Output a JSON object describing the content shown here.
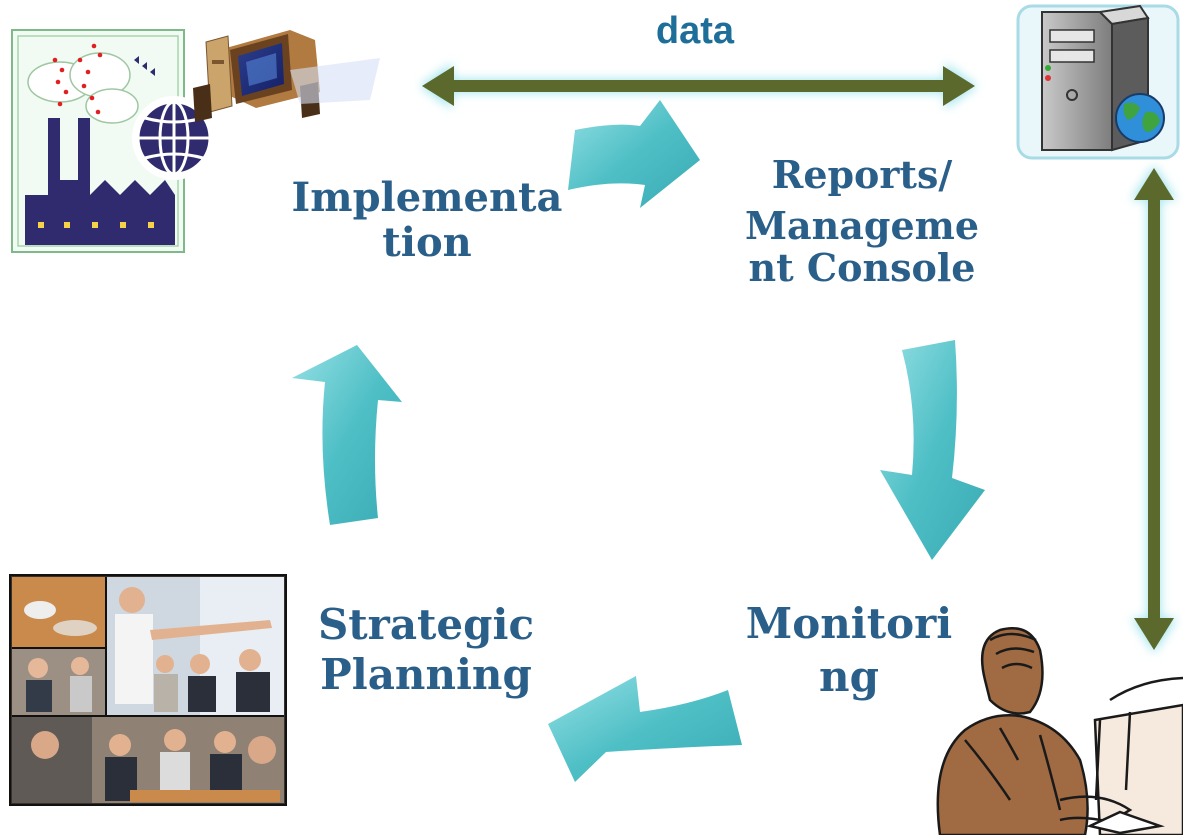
{
  "connector": {
    "label": "data"
  },
  "cycle": {
    "steps": [
      {
        "lines": [
          "Implementa",
          "tion"
        ]
      },
      {
        "lines": [
          "Reports/",
          "Manageme",
          "nt Console"
        ]
      },
      {
        "lines": [
          "Monitori",
          "ng"
        ]
      },
      {
        "lines": [
          "Strategic",
          "Planning"
        ]
      }
    ]
  },
  "clipart": {
    "factory": "factory-computer-globe-illustration",
    "server": "server-tower-globe-illustration",
    "user": "man-at-computer-illustration",
    "meeting": "business-meeting-photo-collage"
  },
  "colors": {
    "arrow_fill": "#4cc0c6",
    "connector": "#5b6a2c",
    "connector_glow": "#a6e6ef",
    "label_text": "#2a5f8a",
    "data_text": "#1e6e9a"
  }
}
